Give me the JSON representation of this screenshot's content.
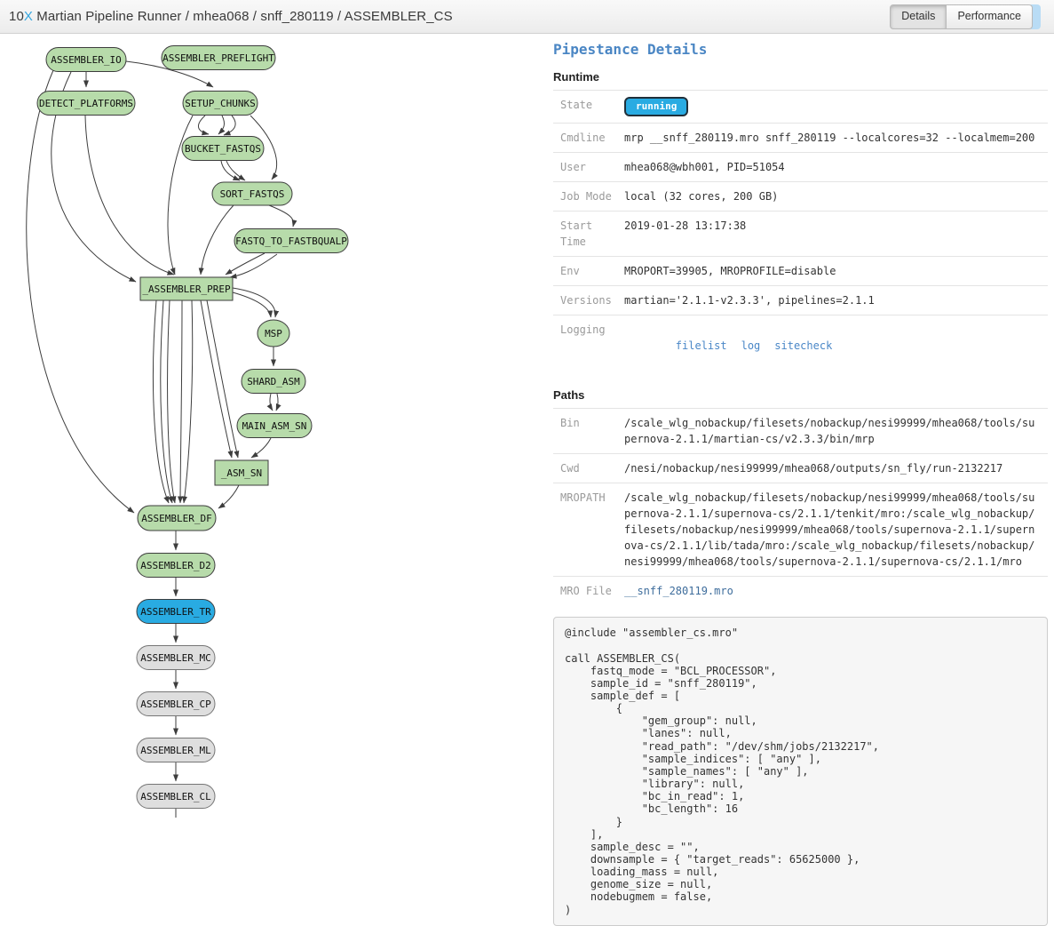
{
  "header": {
    "brand_prefix": "10",
    "brand_x": "X",
    "title_rest": " Martian Pipeline Runner / mhea068 / snff_280119 / ASSEMBLER_CS",
    "tabs": [
      {
        "label": "Details",
        "active": true
      },
      {
        "label": "Performance",
        "active": false
      }
    ]
  },
  "graph": {
    "nodes": [
      {
        "label": "ASSEMBLER_IO",
        "state": "complete"
      },
      {
        "label": "ASSEMBLER_PREFLIGHT",
        "state": "complete"
      },
      {
        "label": "DETECT_PLATFORMS",
        "state": "complete"
      },
      {
        "label": "SETUP_CHUNKS",
        "state": "complete"
      },
      {
        "label": "BUCKET_FASTQS",
        "state": "complete"
      },
      {
        "label": "SORT_FASTQS",
        "state": "complete"
      },
      {
        "label": "FASTQ_TO_FASTBQUALP",
        "state": "complete"
      },
      {
        "label": "_ASSEMBLER_PREP",
        "state": "complete"
      },
      {
        "label": "MSP",
        "state": "complete"
      },
      {
        "label": "SHARD_ASM",
        "state": "complete"
      },
      {
        "label": "MAIN_ASM_SN",
        "state": "complete"
      },
      {
        "label": "_ASM_SN",
        "state": "complete"
      },
      {
        "label": "ASSEMBLER_DF",
        "state": "complete"
      },
      {
        "label": "ASSEMBLER_D2",
        "state": "complete"
      },
      {
        "label": "ASSEMBLER_TR",
        "state": "running"
      },
      {
        "label": "ASSEMBLER_MC",
        "state": "waiting"
      },
      {
        "label": "ASSEMBLER_CP",
        "state": "waiting"
      },
      {
        "label": "ASSEMBLER_ML",
        "state": "waiting"
      },
      {
        "label": "ASSEMBLER_CL",
        "state": "waiting"
      }
    ]
  },
  "panel": {
    "title": "Pipestance Details",
    "runtime": {
      "heading": "Runtime",
      "state_row": {
        "label": "State",
        "value": "running"
      },
      "rows": [
        {
          "label": "Cmdline",
          "value": "mrp __snff_280119.mro snff_280119 --localcores=32 --localmem=200"
        },
        {
          "label": "User",
          "value": "mhea068@wbh001, PID=51054"
        },
        {
          "label": "Job Mode",
          "value": "local (32 cores, 200 GB)"
        },
        {
          "label": "Start Time",
          "value": "2019-01-28 13:17:38"
        },
        {
          "label": "Env",
          "value": "MROPORT=39905, MROPROFILE=disable"
        },
        {
          "label": "Versions",
          "value": "martian='2.1.1-v2.3.3', pipelines=2.1.1"
        }
      ],
      "logging": {
        "label": "Logging",
        "links": [
          "filelist",
          "log",
          "sitecheck"
        ]
      }
    },
    "paths": {
      "heading": "Paths",
      "rows": [
        {
          "label": "Bin",
          "value": "/scale_wlg_nobackup/filesets/nobackup/nesi99999/mhea068/tools/supernova-2.1.1/martian-cs/v2.3.3/bin/mrp"
        },
        {
          "label": "Cwd",
          "value": "/nesi/nobackup/nesi99999/mhea068/outputs/sn_fly/run-2132217"
        },
        {
          "label": "MROPATH",
          "value": "/scale_wlg_nobackup/filesets/nobackup/nesi99999/mhea068/tools/supernova-2.1.1/supernova-cs/2.1.1/tenkit/mro:/scale_wlg_nobackup/filesets/nobackup/nesi99999/mhea068/tools/supernova-2.1.1/supernova-cs/2.1.1/lib/tada/mro:/scale_wlg_nobackup/filesets/nobackup/nesi99999/mhea068/tools/supernova-2.1.1/supernova-cs/2.1.1/mro"
        }
      ],
      "mro_file": {
        "label": "MRO File",
        "value": "__snff_280119.mro"
      }
    },
    "mro_code": "@include \"assembler_cs.mro\"\n\ncall ASSEMBLER_CS(\n    fastq_mode = \"BCL_PROCESSOR\",\n    sample_id = \"snff_280119\",\n    sample_def = [\n        {\n            \"gem_group\": null,\n            \"lanes\": null,\n            \"read_path\": \"/dev/shm/jobs/2132217\",\n            \"sample_indices\": [ \"any\" ],\n            \"sample_names\": [ \"any\" ],\n            \"library\": null,\n            \"bc_in_read\": 1,\n            \"bc_length\": 16\n        }\n    ],\n    sample_desc = \"\",\n    downsample = { \"target_reads\": 65625000 },\n    loading_mass = null,\n    genome_size = null,\n    nodebugmem = false,\n)"
  },
  "colors": {
    "node_complete": "#b7dbaa",
    "node_running": "#29abe2",
    "node_waiting": "#dedede",
    "heading_blue": "#4a86c4",
    "link_blue": "#4a87c7",
    "badge_bg": "#29abe2",
    "badge_text": "#ffffff",
    "brand_x_blue": "#36a7e0"
  }
}
